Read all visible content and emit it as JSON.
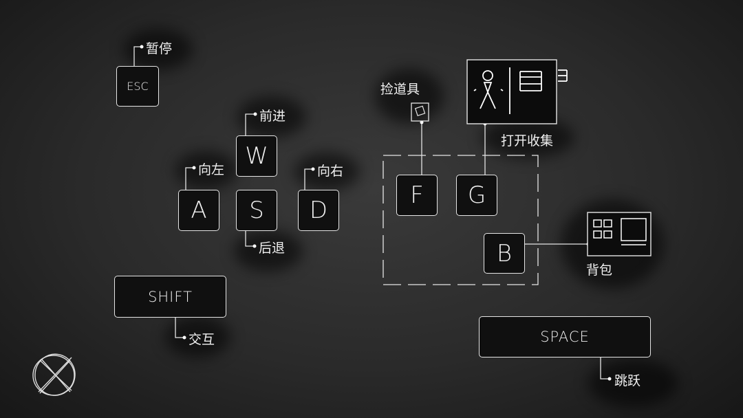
{
  "keys": {
    "esc": "ESC",
    "w": "W",
    "a": "A",
    "s": "S",
    "d": "D",
    "shift": "SHIFT",
    "f": "F",
    "g": "G",
    "b": "B",
    "space": "SPACE"
  },
  "labels": {
    "pause": "暂停",
    "forward": "前进",
    "left": "向左",
    "right": "向右",
    "back": "后退",
    "interact": "交互",
    "pickup": "捡道具",
    "collection": "打开收集",
    "backpack": "背包",
    "jump": "跳跃"
  },
  "icons": {
    "close": "close-icon",
    "item": "item-icon",
    "collection": "collection-icon",
    "backpack": "backpack-icon"
  },
  "colors": {
    "background": "#2a2a2a",
    "key_fill": "#101010",
    "line": "#e6e6e6"
  }
}
